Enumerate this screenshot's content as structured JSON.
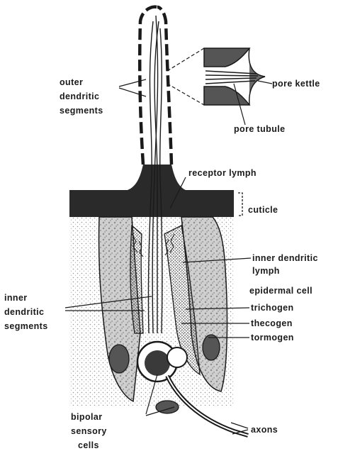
{
  "labels": {
    "outer_dendritic_segments": [
      "outer",
      "dendritic",
      "segments"
    ],
    "pore_kettle": "pore kettle",
    "pore_tubule": "pore tubule",
    "receptor_lymph": "receptor lymph",
    "cuticle": "cuticle",
    "inner_dendritic_lymph": [
      "inner dendritic",
      "lymph"
    ],
    "epidermal_cell": "epidermal cell",
    "inner_dendritic_segments": [
      "inner",
      "dendritic",
      "segments"
    ],
    "trichogen": "trichogen",
    "thecogen": "thecogen",
    "tormogen": "tormogen",
    "bipolar_sensory_cells": [
      "bipolar",
      "sensory",
      "cells"
    ],
    "axons": "axons"
  },
  "colors": {
    "ink": "#1a1a1a",
    "cuticle": "#2a2a2a",
    "paper": "#ffffff"
  }
}
